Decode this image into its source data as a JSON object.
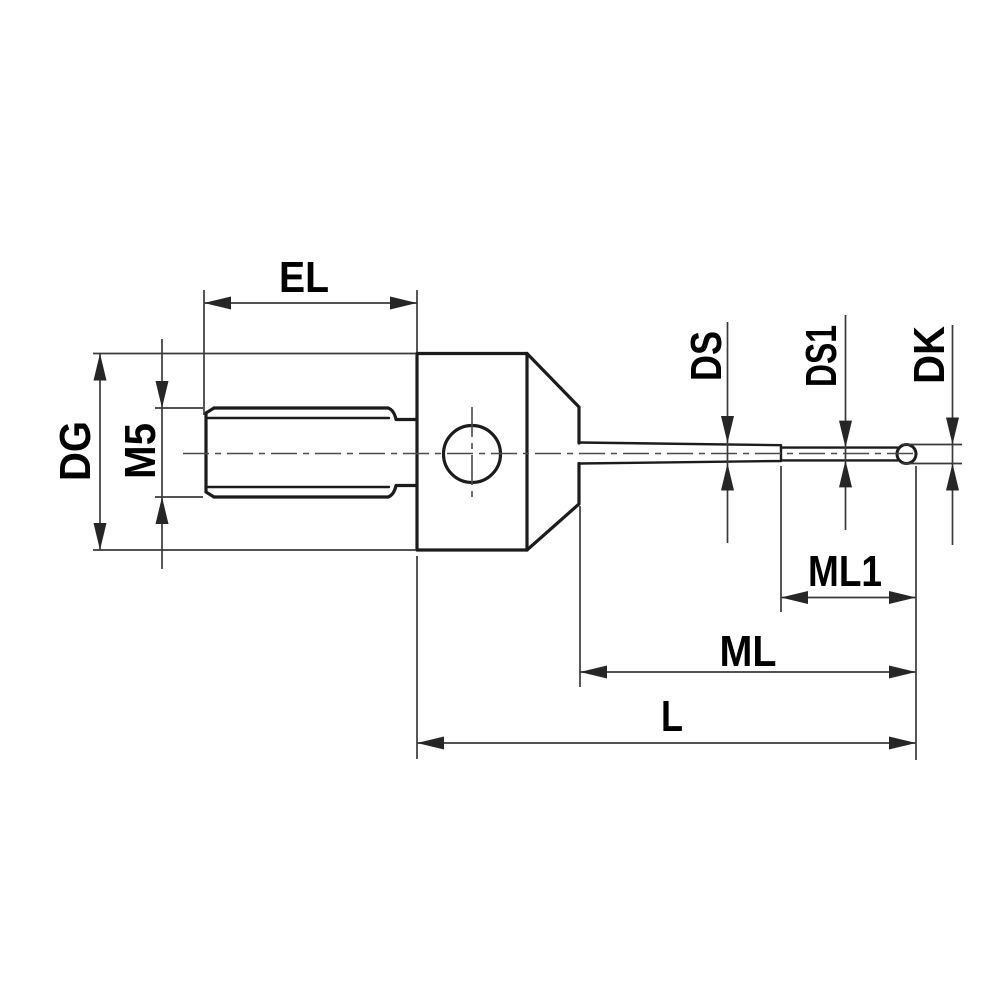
{
  "drawing": {
    "type": "technical-dimension-drawing",
    "subject": "stylus-side-view",
    "colors": {
      "background": "#ffffff",
      "outline": "#1c1c1c",
      "dimension_line": "#3a3a3a",
      "text": "#000000"
    },
    "dimension_labels": {
      "el": "EL",
      "dg": "DG",
      "m5": "M5",
      "ds": "DS",
      "ds1": "DS1",
      "dk": "DK",
      "ml1": "ML1",
      "ml": "ML",
      "l": "L"
    }
  }
}
